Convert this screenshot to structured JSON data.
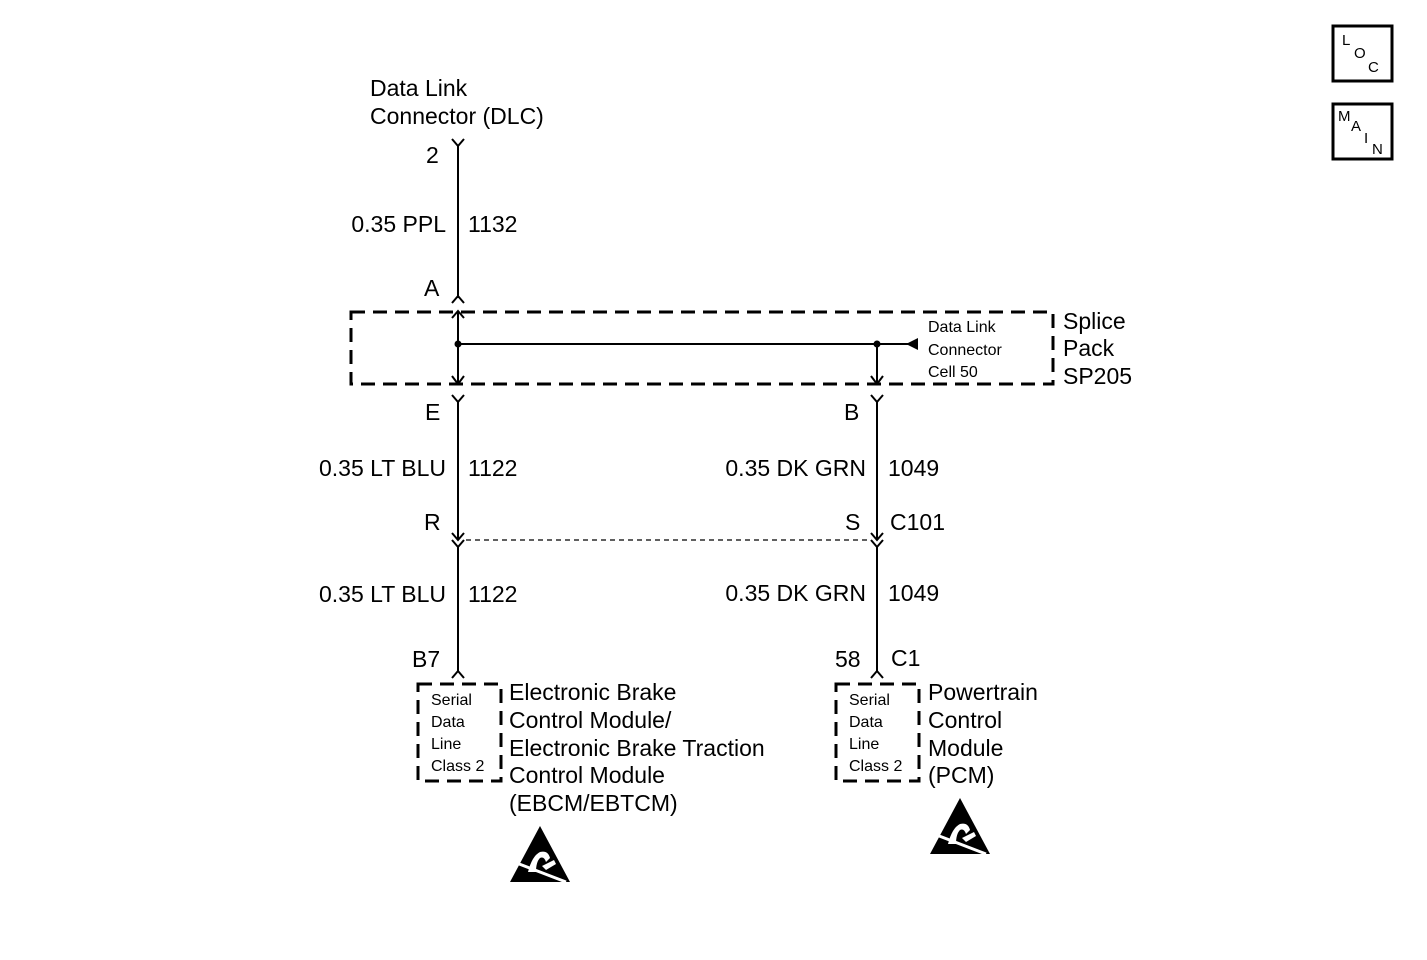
{
  "dlc": {
    "title_line1": "Data Link",
    "title_line2": "Connector (DLC)",
    "pin": "2"
  },
  "wire_top": {
    "gauge_color": "0.35 PPL",
    "circuit": "1132"
  },
  "splice": {
    "pin_a": "A",
    "pin_e": "E",
    "pin_b": "B",
    "label_line1": "Splice",
    "label_line2": "Pack",
    "label_line3": "SP205",
    "cell_line1": "Data Link",
    "cell_line2": "Connector",
    "cell_line3": "Cell 50"
  },
  "wire_left_upper": {
    "gauge_color": "0.35 LT BLU",
    "circuit": "1122"
  },
  "wire_right_upper": {
    "gauge_color": "0.35 DK GRN",
    "circuit": "1049"
  },
  "connector_c101": {
    "pin_left": "R",
    "pin_right": "S",
    "name": "C101"
  },
  "wire_left_lower": {
    "gauge_color": "0.35 LT BLU",
    "circuit": "1122"
  },
  "wire_right_lower": {
    "gauge_color": "0.35 DK GRN",
    "circuit": "1049"
  },
  "ebcm": {
    "pin": "B7",
    "box_line1": "Serial",
    "box_line2": "Data",
    "box_line3": "Line",
    "box_line4": "Class 2",
    "name_line1": "Electronic Brake",
    "name_line2": "Control Module/",
    "name_line3": "Electronic Brake Traction",
    "name_line4": "Control Module",
    "name_line5": "(EBCM/EBTCM)"
  },
  "pcm": {
    "pin": "58",
    "connector": "C1",
    "box_line1": "Serial",
    "box_line2": "Data",
    "box_line3": "Line",
    "box_line4": "Class 2",
    "name_line1": "Powertrain",
    "name_line2": "Control",
    "name_line3": "Module",
    "name_line4": "(PCM)"
  },
  "nav": {
    "loc": {
      "l": "L",
      "o": "O",
      "c": "C"
    },
    "main": {
      "m": "M",
      "a": "A",
      "i": "I",
      "n": "N"
    }
  },
  "icons": {
    "esd": "esd-warning-icon"
  }
}
